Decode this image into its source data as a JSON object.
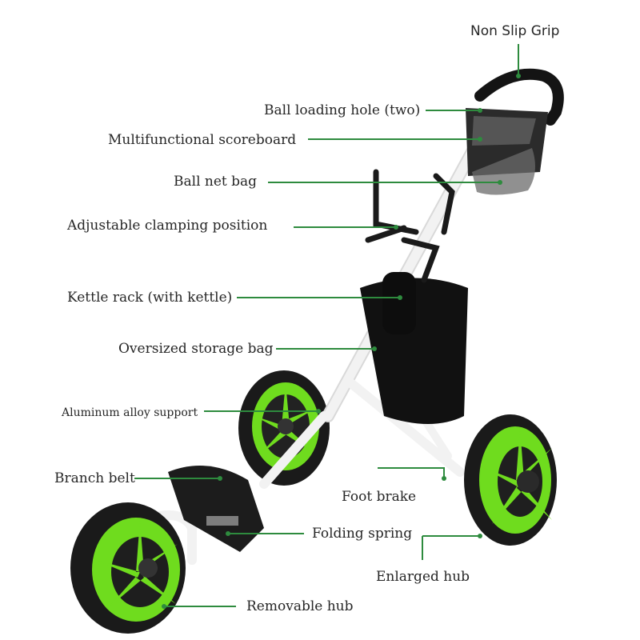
{
  "colors": {
    "leader": "#2e8b3e",
    "frame": "#f2f2f2",
    "wheel_hub": "#6fdc1e",
    "tire": "#1a1a1a",
    "bag": "#111111"
  },
  "labels": {
    "non_slip_grip": "Non Slip Grip",
    "ball_loading_hole": "Ball loading hole (two)",
    "scoreboard": "Multifunctional scoreboard",
    "ball_net_bag": "Ball net bag",
    "clamping_position": "Adjustable clamping position",
    "kettle_rack": "Kettle rack (with kettle)",
    "storage_bag": "Oversized storage bag",
    "alloy_support": "Aluminum alloy support",
    "branch_belt": "Branch belt",
    "foot_brake": "Foot brake",
    "folding_spring": "Folding spring",
    "enlarged_hub": "Enlarged hub",
    "removable_hub": "Removable hub"
  }
}
